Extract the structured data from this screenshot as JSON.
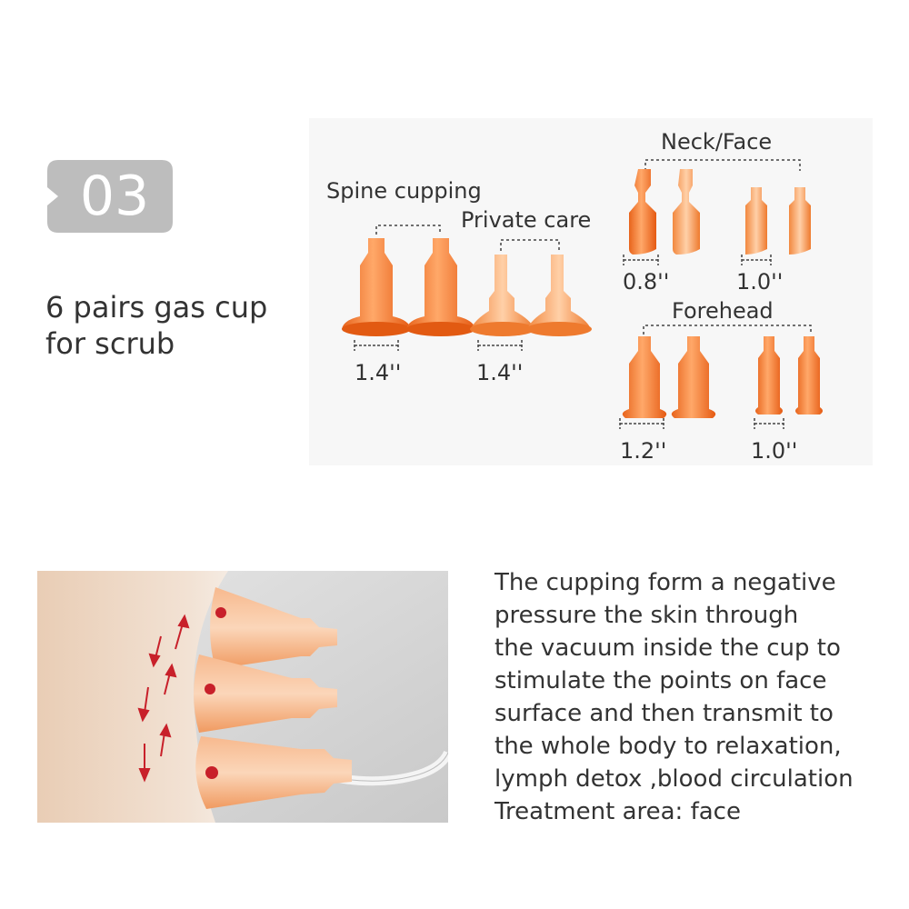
{
  "badge": {
    "number": "03"
  },
  "tagline": {
    "lines": [
      "6 pairs gas cup",
      "for scrub"
    ]
  },
  "products": {
    "spine": {
      "label": "Spine cupping",
      "size": "1.4''"
    },
    "private": {
      "label": "Private care",
      "size": "1.4''"
    },
    "neck": {
      "label": "Neck/Face",
      "size_a": "0.8''",
      "size_b": "1.0''"
    },
    "forehead": {
      "label": "Forehead",
      "size_a": "1.2''",
      "size_b": "1.0''"
    }
  },
  "description": {
    "lines": [
      "The cupping form a negative",
      "pressure the skin through",
      "the vacuum inside the cup to",
      "stimulate the points on face",
      "surface and then transmit to",
      "the whole body to relaxation,",
      "lymph detox ,blood circulation",
      "Treatment area: face"
    ]
  },
  "colors": {
    "cup": "#f07a2c",
    "badge": "#bdbdbd",
    "text": "#333333",
    "arrow": "#c8202a"
  }
}
